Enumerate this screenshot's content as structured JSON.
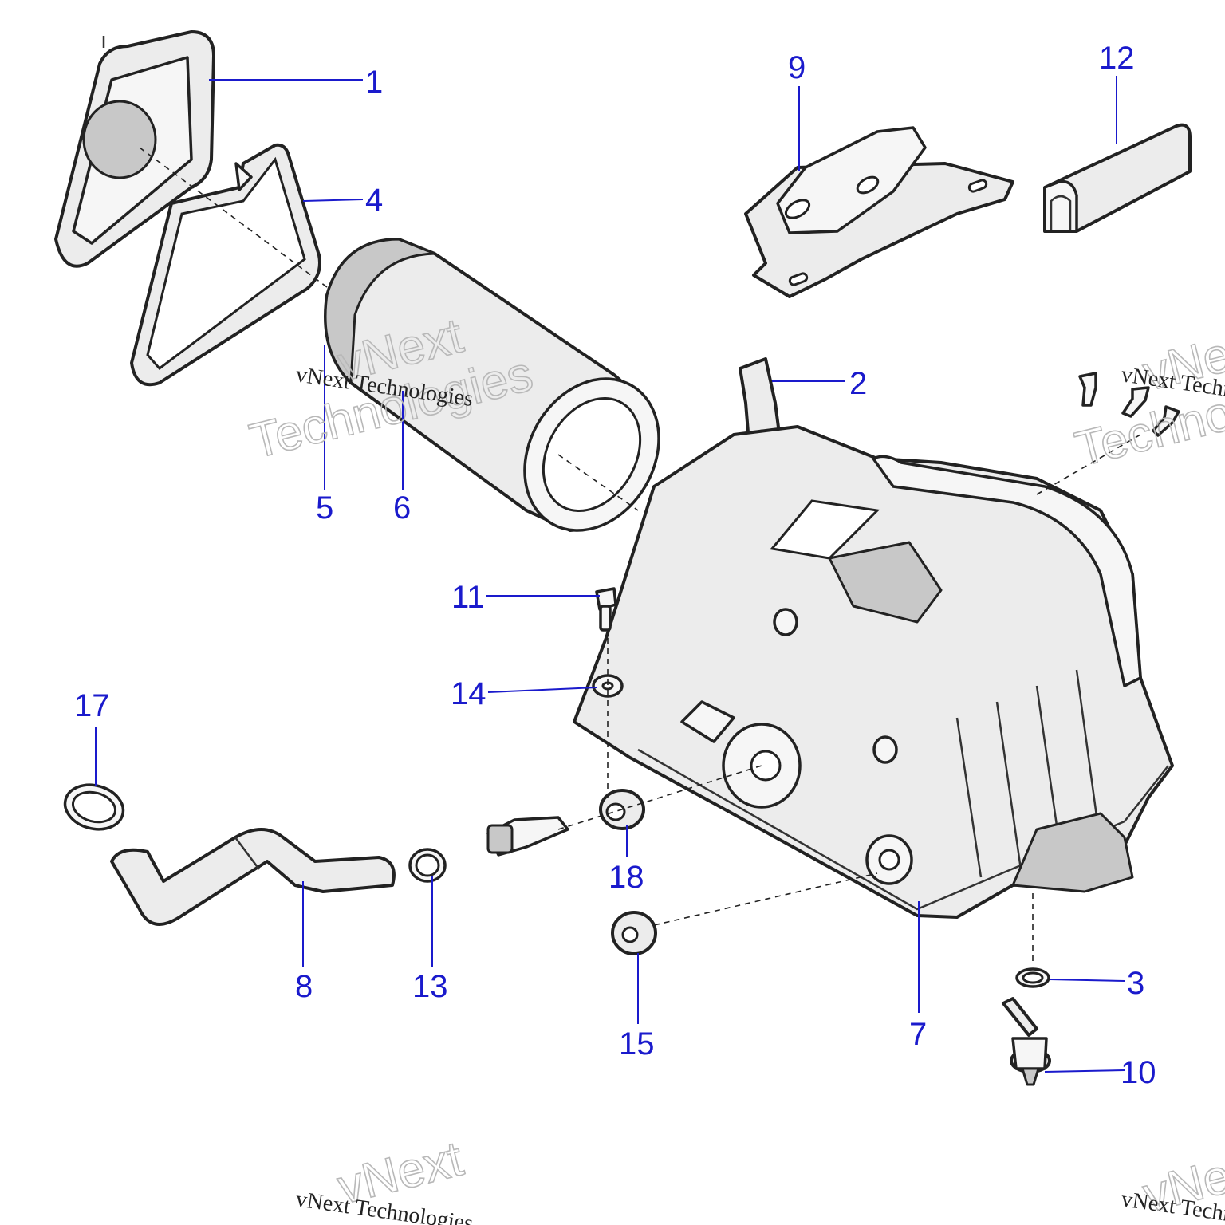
{
  "callouts": [
    {
      "id": "1",
      "label": "1"
    },
    {
      "id": "2",
      "label": "2"
    },
    {
      "id": "3",
      "label": "3"
    },
    {
      "id": "4",
      "label": "4"
    },
    {
      "id": "5",
      "label": "5"
    },
    {
      "id": "6",
      "label": "6"
    },
    {
      "id": "7",
      "label": "7"
    },
    {
      "id": "8",
      "label": "8"
    },
    {
      "id": "9",
      "label": "9"
    },
    {
      "id": "10",
      "label": "10"
    },
    {
      "id": "11",
      "label": "11"
    },
    {
      "id": "12",
      "label": "12"
    },
    {
      "id": "13",
      "label": "13"
    },
    {
      "id": "14",
      "label": "14"
    },
    {
      "id": "15",
      "label": "15"
    },
    {
      "id": "17",
      "label": "17"
    },
    {
      "id": "18",
      "label": "18"
    }
  ],
  "watermark": {
    "line1": "vNext",
    "line2": "Technologies",
    "caption": "vNext Technologies"
  },
  "colors": {
    "callout": "#1a1acc",
    "part_fill": "#ececec",
    "outline": "#222222"
  }
}
